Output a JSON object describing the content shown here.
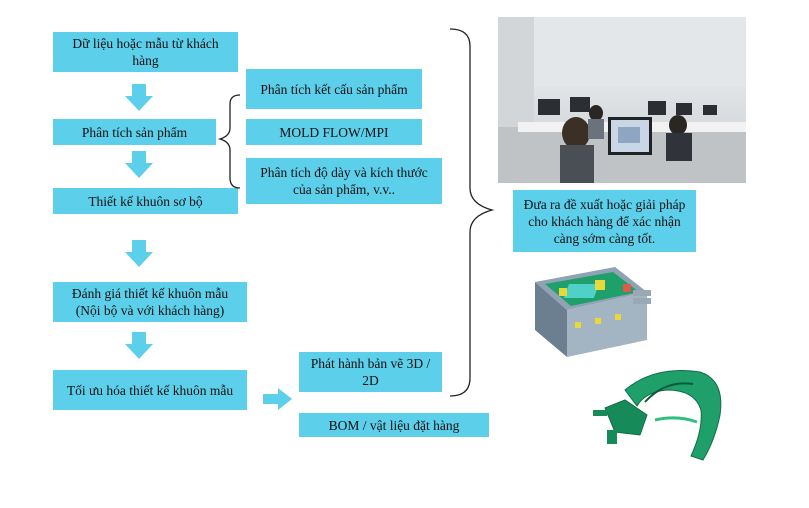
{
  "flow": {
    "step1": "Dữ liệu hoặc mẫu từ khách hàng",
    "step2": "Phân tích sản phẩm",
    "step3": "Thiết kế khuôn sơ bộ",
    "step4": "Đánh giá thiết kế khuôn mẫu (Nội bộ và với khách hàng)",
    "step5": "Tối ưu hóa thiết kế khuôn mẫu"
  },
  "analysis": {
    "item1": "Phân tích kết cấu sản phẩm",
    "item2": "MOLD FLOW/MPI",
    "item3": "Phân tích độ dày và kích thước của sản phẩm, v.v.."
  },
  "output": {
    "release": "Phát hành bản vẽ 3D / 2D",
    "bom": "BOM / vật liệu đặt hàng"
  },
  "proposal": "Đưa ra đề xuất hoặc giải pháp cho khách hàng để xác nhận càng sớm càng tốt.",
  "colors": {
    "box": "#5ccfea",
    "arrow": "#5ccfea",
    "mold_green": "#1fa06a"
  },
  "images": {
    "office_photo": "office-photo",
    "mold_render": "mold-3d-render",
    "part_render": "green-part-render"
  }
}
